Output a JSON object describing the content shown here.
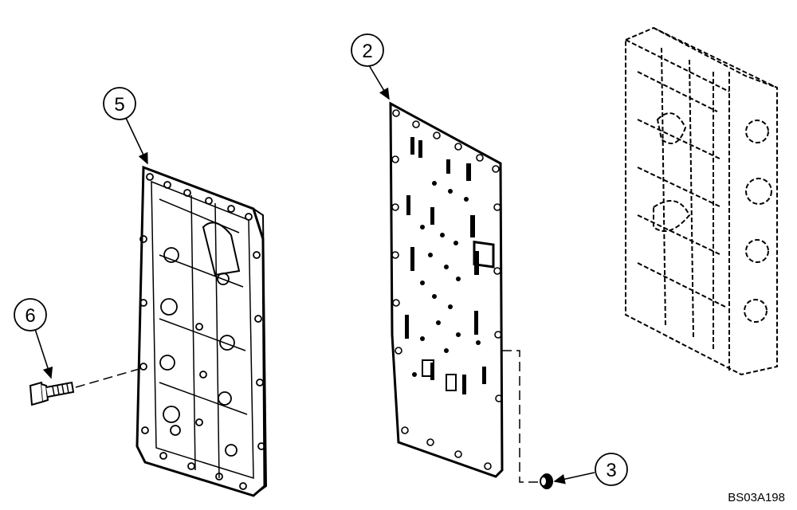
{
  "diagram": {
    "callouts": [
      {
        "id": "part-5",
        "number": "5"
      },
      {
        "id": "part-2",
        "number": "2"
      },
      {
        "id": "part-6",
        "number": "6"
      },
      {
        "id": "part-3",
        "number": "3"
      }
    ],
    "reference_code": "BS03A198",
    "colors": {
      "line": "#000000",
      "background": "#ffffff"
    }
  }
}
